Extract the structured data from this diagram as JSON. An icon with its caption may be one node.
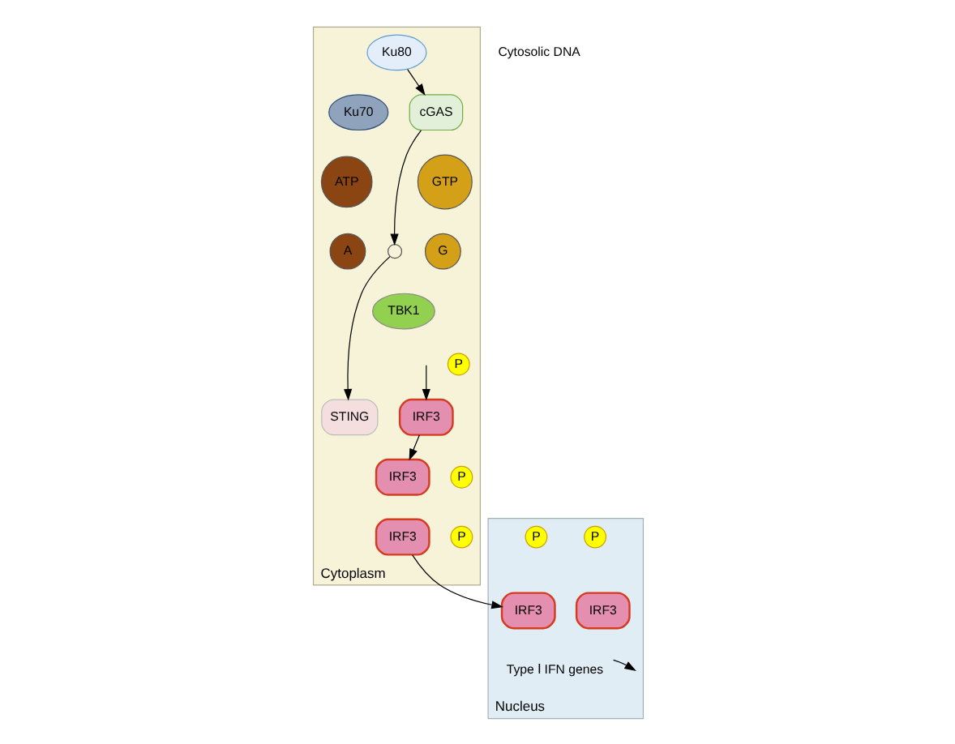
{
  "diagram": {
    "nodes": [
      {
        "text": [
          "Cytoplasm"
        ]
      },
      {
        "text": [
          "Ku80"
        ],
        "in": 0
      },
      {
        "text": [
          "Ku70"
        ],
        "in": 0
      },
      {
        "text": [
          "cGAS"
        ],
        "in": 0
      },
      {
        "text": [
          "ATP"
        ],
        "in": 0
      },
      {
        "text": [
          "GTP"
        ],
        "in": 0
      },
      {
        "text": [
          "A"
        ],
        "in": 0
      },
      {
        "text": [],
        "shape": "circle",
        "in": 0
      },
      {
        "text": [
          "G"
        ],
        "in": 0
      },
      {
        "text": [
          "TBK1"
        ],
        "in": 0
      },
      {
        "text": [
          "STING"
        ],
        "in": 0
      },
      {
        "text": [
          "P"
        ],
        "in": 0
      },
      {
        "text": [
          "IRF3"
        ],
        "in": 0
      },
      {
        "text": [
          "IRF3"
        ],
        "in": 0
      },
      {
        "text": [
          "P"
        ],
        "in": 0
      },
      {
        "text": [
          "IRF3"
        ],
        "in": 0
      },
      {
        "text": [
          "P"
        ],
        "in": 0
      },
      {
        "text": [
          "Nucleus"
        ]
      },
      {
        "text": [
          "P"
        ],
        "in": 17
      },
      {
        "text": [
          "P"
        ],
        "in": 17
      },
      {
        "text": [
          "IRF3"
        ],
        "in": 17
      },
      {
        "text": [
          "IRF3"
        ],
        "in": 17
      },
      {
        "text": [
          "Type Ⅰ IFN genes"
        ],
        "in": 17
      }
    ],
    "edges": [
      {
        "from": 1,
        "to": 3,
        "arrow": "to"
      },
      {
        "from": 3,
        "to": 7,
        "arrow": "to"
      },
      {
        "from": 7,
        "to": 10,
        "arrow": "to"
      },
      {
        "from": null,
        "to": 12,
        "arrow": "to"
      },
      {
        "from": 12,
        "to": 13,
        "arrow": "to"
      },
      {
        "from": 15,
        "to": 20,
        "arrow": "to"
      },
      {
        "from": 22,
        "to": null,
        "arrow": "to"
      }
    ],
    "labels": [
      "Cytosolic DNA"
    ]
  }
}
